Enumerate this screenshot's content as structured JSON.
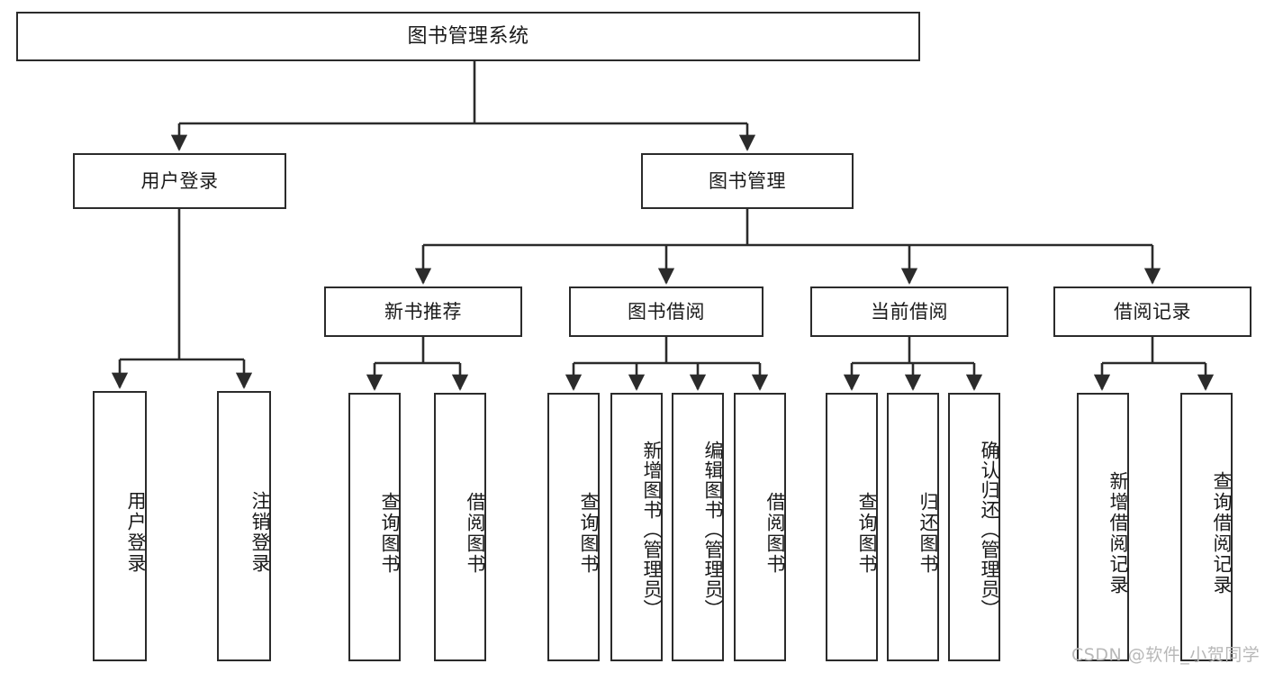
{
  "diagram": {
    "title": "图书管理系统",
    "type": "hierarchy-tree",
    "watermark": "CSDN @软件_小贺同学",
    "colors": {
      "stroke": "#2b2b2b",
      "fill": "#ffffff",
      "text": "#1a1a1a",
      "watermark": "#b8b8b8"
    },
    "levels": {
      "root": {
        "label": "图书管理系统"
      },
      "level2": [
        {
          "label": "用户登录"
        },
        {
          "label": "图书管理"
        }
      ],
      "level3": [
        {
          "label": "新书推荐"
        },
        {
          "label": "图书借阅"
        },
        {
          "label": "当前借阅"
        },
        {
          "label": "借阅记录"
        }
      ],
      "leaves": [
        {
          "label": "用户登录",
          "parent": "用户登录"
        },
        {
          "label": "注销登录",
          "parent": "用户登录"
        },
        {
          "label": "查询图书",
          "parent": "新书推荐"
        },
        {
          "label": "借阅图书",
          "parent": "新书推荐"
        },
        {
          "label": "查询图书",
          "parent": "图书借阅"
        },
        {
          "label": "新增图书（管理员）",
          "parent": "图书借阅"
        },
        {
          "label": "编辑图书（管理员）",
          "parent": "图书借阅"
        },
        {
          "label": "借阅图书",
          "parent": "图书借阅"
        },
        {
          "label": "查询图书",
          "parent": "当前借阅"
        },
        {
          "label": "归还图书",
          "parent": "当前借阅"
        },
        {
          "label": "确认归还（管理员）",
          "parent": "当前借阅"
        },
        {
          "label": "新增借阅记录",
          "parent": "借阅记录"
        },
        {
          "label": "查询借阅记录",
          "parent": "借阅记录"
        }
      ]
    }
  }
}
